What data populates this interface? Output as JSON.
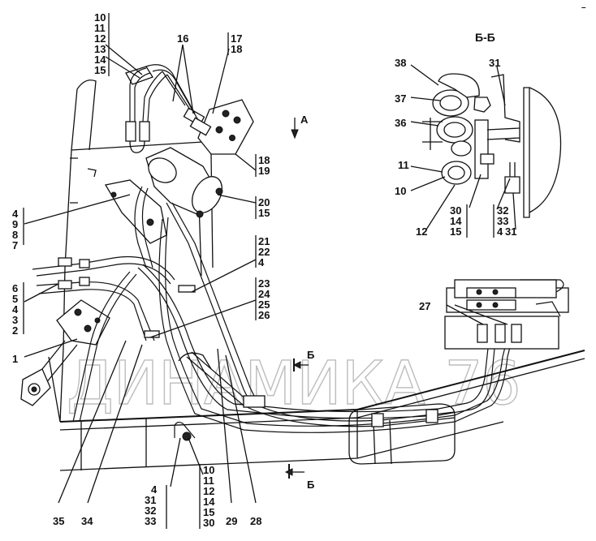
{
  "section_title": "Б-Б",
  "view_arrow_label": "А",
  "section_marker_top": "Б",
  "section_marker_bottom": "Б",
  "corner_mark": "–",
  "watermark": "ДИНАМИКА 76",
  "callouts": {
    "c_10_15": [
      "10",
      "11",
      "12",
      "13",
      "14",
      "15"
    ],
    "c_16": "16",
    "c_17_18": [
      "17",
      "18"
    ],
    "c_18_19": [
      "18",
      "19"
    ],
    "c_20_15": [
      "20",
      "15"
    ],
    "c_21_4": [
      "21",
      "22",
      "4"
    ],
    "c_23_26": [
      "23",
      "24",
      "25",
      "26"
    ],
    "c_4_7": [
      "4",
      "9",
      "8",
      "7"
    ],
    "c_6_2": [
      "6",
      "5",
      "4",
      "3",
      "2"
    ],
    "c_1": "1",
    "c_27": "27",
    "c_35": "35",
    "c_34": "34",
    "c_29": "29",
    "c_28": "28",
    "c_4_33": [
      "4",
      "31",
      "32",
      "33"
    ],
    "c_10_30": [
      "10",
      "11",
      "12",
      "14",
      "15",
      "30"
    ],
    "s_38": "38",
    "s_37": "37",
    "s_36": "36",
    "s_31_top": "31",
    "s_11": "11",
    "s_10": "10",
    "s_12": "12",
    "s_30_15": [
      "30",
      "14",
      "15"
    ],
    "s_32_4": [
      "32",
      "33",
      "4"
    ],
    "s_31_bottom": "31"
  }
}
